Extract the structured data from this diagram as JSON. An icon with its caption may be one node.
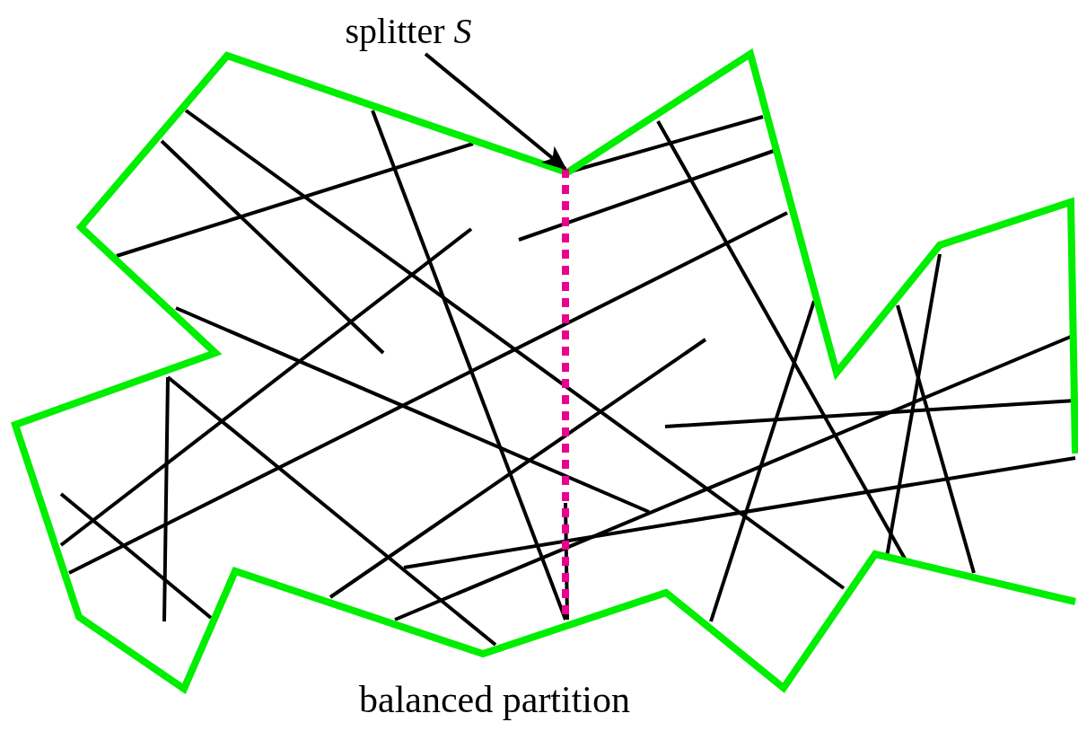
{
  "diagram": {
    "nodes": [
      {
        "text": [
          "splitter *S*"
        ]
      },
      {
        "text": [],
        "shape": "line"
      }
    ],
    "edges": [
      {
        "from": 0,
        "to": 1,
        "arrow": "to"
      }
    ],
    "labels": [
      "balanced partition"
    ]
  }
}
